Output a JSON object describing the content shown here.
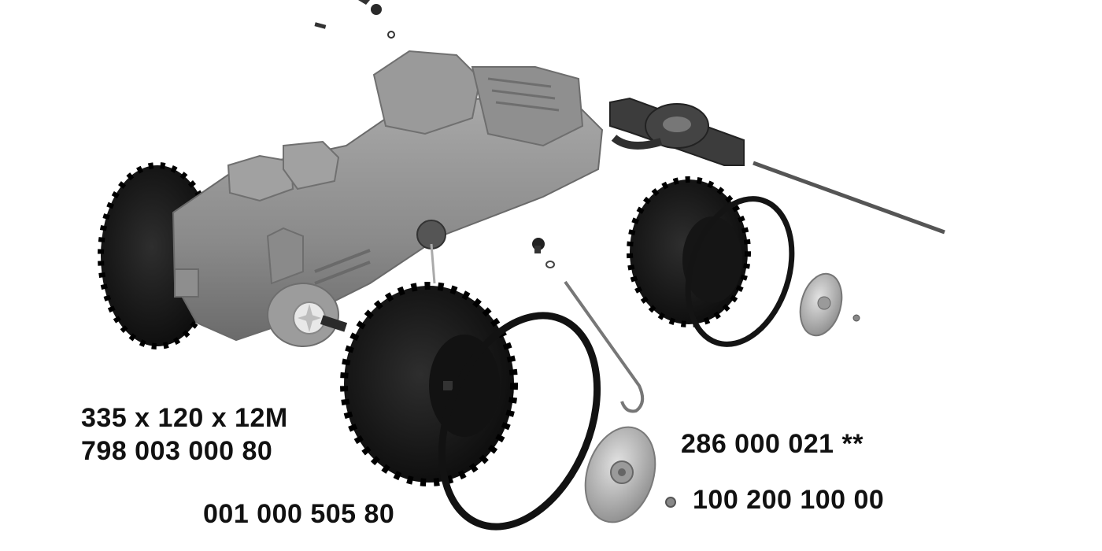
{
  "labels": {
    "tire_size": "335 x 120 x 12M",
    "tire_part": "798 003 000 80",
    "wheel_part": "001 000 505 80",
    "hubcap_part": "286 000 021 **",
    "nut_part": "100 200 100 00"
  },
  "colors": {
    "body_gray": "#8c8c8c",
    "body_dark": "#5e5e5e",
    "tire_black": "#161616",
    "hubcap_silver": "#b8b8b8",
    "text": "#111111"
  }
}
